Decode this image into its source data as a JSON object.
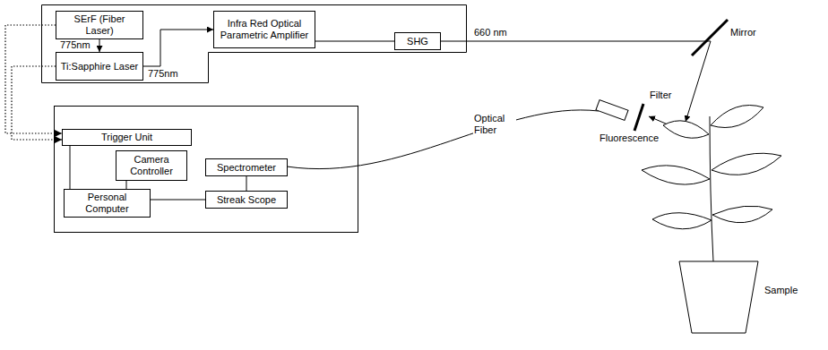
{
  "diagram": {
    "nodes": [
      {
        "text": []
      },
      {
        "text": [
          "SErF (Fiber Laser)"
        ],
        "in": 0
      },
      {
        "text": [
          "Ti:Sapphire Laser"
        ],
        "in": 0
      },
      {
        "text": [
          "Infra Red Optical Parametric Amplifier"
        ],
        "in": 0
      },
      {
        "text": [
          "SHG"
        ],
        "in": 0
      },
      {
        "text": []
      },
      {
        "text": [
          "Trigger Unit"
        ],
        "in": 5
      },
      {
        "text": [
          "Camera Controller"
        ],
        "in": 5
      },
      {
        "text": [
          "Personal Computer"
        ],
        "in": 5
      },
      {
        "text": [
          "Spectrometer"
        ],
        "in": 5
      },
      {
        "text": [
          "Streak Scope"
        ],
        "in": 5
      }
    ],
    "edges": [
      {
        "from": 1,
        "to": 2,
        "arrow": "to"
      },
      {
        "from": 2,
        "to": 3,
        "arrow": "to"
      },
      {
        "from": 3,
        "to": 4,
        "arrow": "none"
      },
      {
        "from": 1,
        "to": 6,
        "arrow": "to"
      },
      {
        "from": 2,
        "to": 6,
        "arrow": "to"
      },
      {
        "from": 6,
        "to": 8,
        "arrow": "none"
      },
      {
        "from": 7,
        "to": 8,
        "arrow": "none"
      },
      {
        "from": 8,
        "to": 10,
        "arrow": "none"
      },
      {
        "from": 9,
        "to": 10,
        "arrow": "none"
      }
    ],
    "labels": [
      "775nm",
      "775nm",
      "660 nm",
      "Mirror",
      "Optical Fiber",
      "Filter",
      "Fluorescence",
      "Sample"
    ]
  }
}
